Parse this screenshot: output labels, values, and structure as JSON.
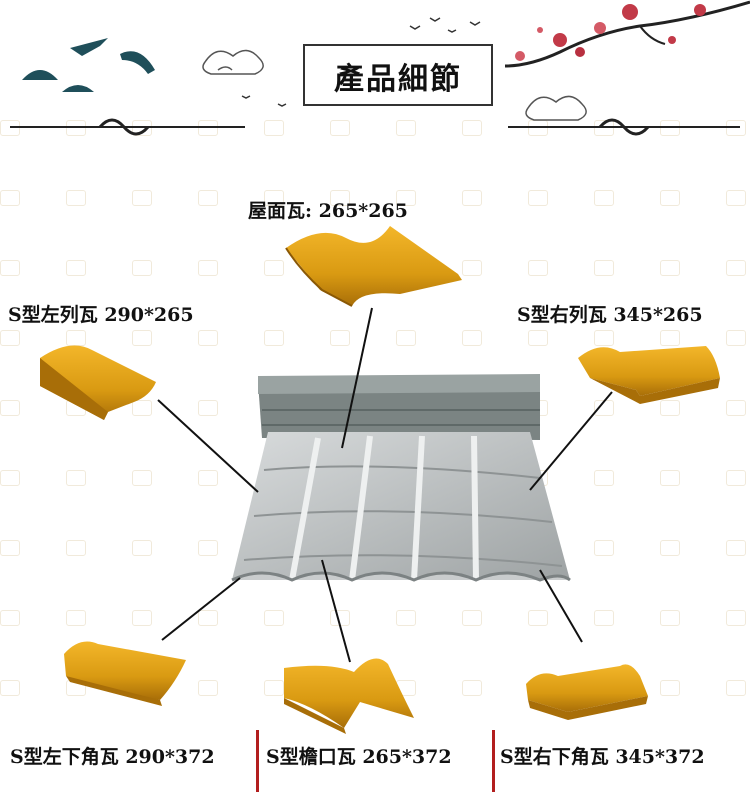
{
  "title": "產品細節",
  "labels": {
    "top": "屋面瓦: 265*265",
    "left_column": "S型左列瓦  290*265",
    "right_column": "S型右列瓦  345*265",
    "bottom_left": "S型左下角瓦 290*372",
    "bottom_center": "S型檐口瓦  265*372",
    "bottom_right": "S型右下角瓦  345*372"
  },
  "colors": {
    "tile_gold": "#d99a12",
    "tile_dark": "#a86e08",
    "roof_gray": "#b8bcbd",
    "divider_red": "#b21e1e"
  }
}
